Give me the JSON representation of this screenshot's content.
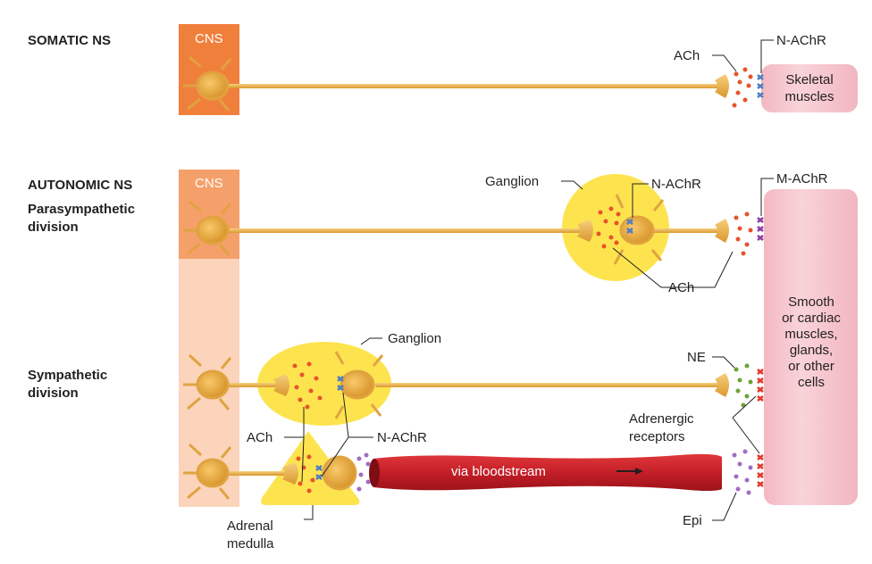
{
  "labels": {
    "somatic_ns": "SOMATIC NS",
    "autonomic_ns": "AUTONOMIC NS",
    "parasympathetic_line1": "Parasympathetic",
    "parasympathetic_line2": "division",
    "sympathetic_line1": "Sympathetic",
    "sympathetic_line2": "division",
    "cns_somatic": "CNS",
    "cns_autonomic": "CNS",
    "ach_somatic": "ACh",
    "nachr_somatic": "N-AChR",
    "skeletal_line1": "Skeletal",
    "skeletal_line2": "muscles",
    "ganglion_para": "Ganglion",
    "nachr_para": "N-AChR",
    "machr": "M-AChR",
    "ach_para": "ACh",
    "ganglion_symp": "Ganglion",
    "ne": "NE",
    "smooth_lines": [
      "Smooth",
      "or cardiac",
      "muscles,",
      "glands,",
      "or other",
      "cells"
    ],
    "adrenergic_line1": "Adrenergic",
    "adrenergic_line2": "receptors",
    "ach_symp": "ACh",
    "nachr_symp": "N-AChR",
    "via_bloodstream": "via bloodstream",
    "epi": "Epi",
    "adrenal_line1": "Adrenal",
    "adrenal_line2": "medulla"
  },
  "colors": {
    "cns_dark": "#f07f3c",
    "cns_light": "#f5a06a",
    "cns_pale": "#fbd4bb",
    "axon": "#e9b24d",
    "ganglion": "#fde44f",
    "muscle": "#f7c9d0",
    "ach_dot": "#e8522d",
    "ne_dot": "#6ea236",
    "epi_dot": "#a06cc0",
    "n_receptor": "#4f7fc2",
    "m_receptor": "#8c3fa4",
    "adrenergic_receptor": "#e03a2c",
    "vessel": "#c8202a"
  }
}
